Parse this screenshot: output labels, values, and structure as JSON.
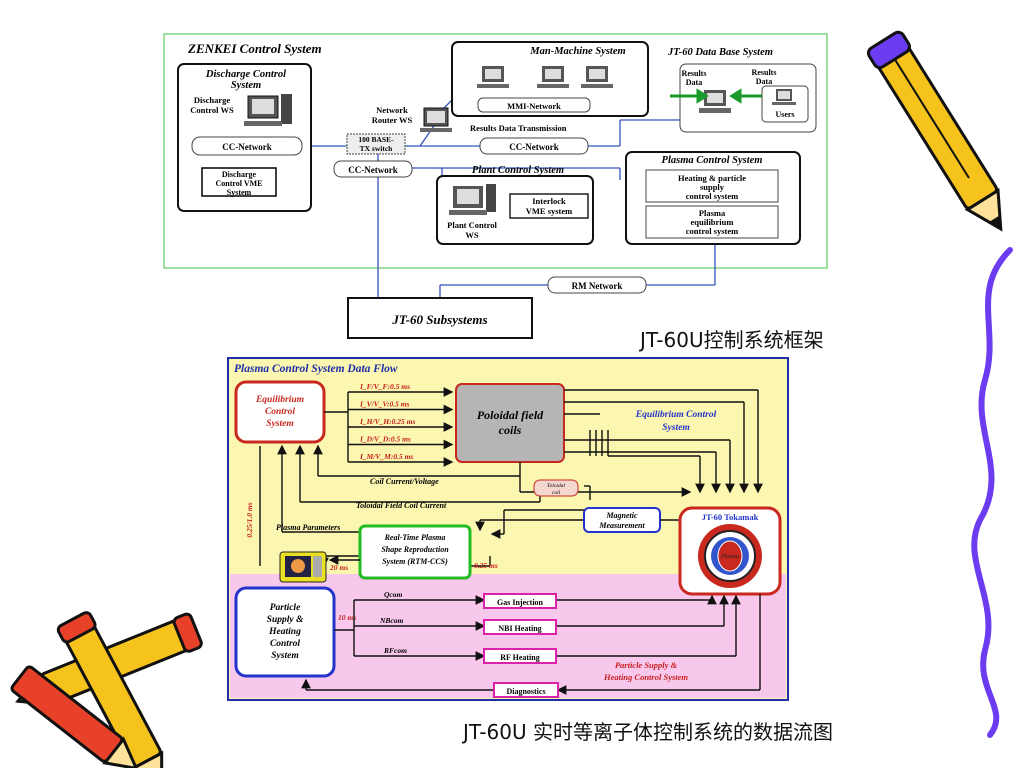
{
  "slide": {
    "caption_top": "JT-60U控制系统框架",
    "caption_bottom": "JT-60U 实时等离子体控制系统的数据流图"
  },
  "zenkei": {
    "title": "ZENKEI Control System",
    "discharge_title": "Discharge Control System",
    "discharge_ws": "Discharge Control WS",
    "cc_network": "CC-Network",
    "discharge_vme": "Discharge Control VME System",
    "router": "Network Router WS",
    "switch": "100 BASE-TX switch",
    "cc_network2": "CC-Network",
    "mmi_title": "Man-Machine System",
    "mmi_network": "MMI-Network",
    "results_transmission": "Results Data Transmission",
    "cc_network3": "CC-Network",
    "db_title": "JT-60 Data Base System",
    "results_data_1": "Results Data",
    "results_data_2": "Results Data",
    "users": "Users",
    "plant_title": "Plant Control System",
    "interlock": "Interlock VME system",
    "plant_ws": "Plant Control WS",
    "pcs_title": "Plasma  Control  System",
    "heating": "Heating & particle supply control system",
    "equilibrium": "Plasma equilibrium control system",
    "rm_network": "RM  Network",
    "subsystems": "JT-60 Subsystems"
  },
  "flow": {
    "title": "Plasma Control System Data Flow",
    "ecs": "Equilibrium Control System",
    "signals": [
      "I_F/V_F:0.5 ms",
      "I_V/V_V:0.5 ms",
      "I_H/V_H:0.25 ms",
      "I_D/V_D:0.5 ms",
      "I_M/V_M:0.5 ms"
    ],
    "poloidal": "Poloidal field coils",
    "eq_label": "Equilibrium Control System",
    "coil_cv": "Coil Current/Voltage",
    "toroidal_coil": "Toloidal coil",
    "toroidal_current": "Toloidal Field Coil Current",
    "plasma_params": "Plasma Parameters",
    "magnetic": "Magnetic Measurement",
    "tokamak": "JT-60 Tokamak",
    "plasma": "Plasma",
    "rtm": "Real-Time Plasma Shape Reproduction System (RTM-CCS)",
    "t_20": "20 ms",
    "t_025": "0.25 ms",
    "t_side": "0.25/1.0 ms",
    "psh": "Particle Supply & Heating Control System",
    "t_10": "10 ms",
    "qcom": "Qcom",
    "nbcom": "NBcom",
    "rfcom": "RFcom",
    "gas": "Gas Injection",
    "nbi": "NBI Heating",
    "rf": "RF Heating",
    "psh_label": "Particle Supply & Heating Control System",
    "diagnostics": "Diagnostics"
  },
  "colors": {
    "zenkei_border": "#7fd77f",
    "flow_border": "#1d2fa8",
    "flow_yellow": "#fbf6b0",
    "flow_pink": "#f8c8ec",
    "ecs_border": "#c8281e",
    "psh_border": "#2233cc",
    "rtm_border": "#22bb22",
    "poloidal_fill": "#b5b5b5",
    "pink_box": "#dd22aa",
    "signal_red": "#c81e1e",
    "label_blue": "#2233cc",
    "pencil_yellow": "#f6c21c",
    "squiggle": "#6b3cf0"
  }
}
